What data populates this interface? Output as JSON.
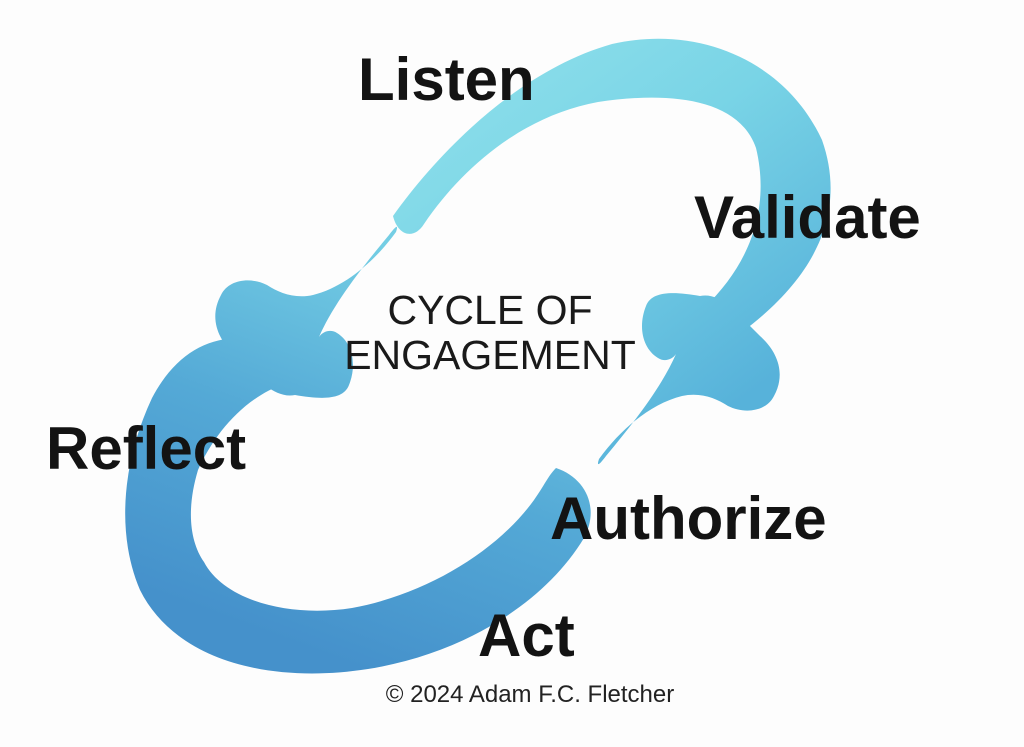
{
  "diagram": {
    "title_line1": "CYCLE OF",
    "title_line2": "ENGAGEMENT",
    "stages": [
      {
        "id": "listen",
        "label": "Listen"
      },
      {
        "id": "validate",
        "label": "Validate"
      },
      {
        "id": "authorize",
        "label": "Authorize"
      },
      {
        "id": "act",
        "label": "Act"
      },
      {
        "id": "reflect",
        "label": "Reflect"
      }
    ],
    "copyright": "© 2024 Adam F.C. Fletcher",
    "colors": {
      "arrow_light": "#8FE0EB",
      "arrow_cyan": "#79D4E6",
      "arrow_mid": "#57B2DA",
      "arrow_sky": "#74CEE4",
      "arrow_steel": "#54A9D6",
      "arrow_dark": "#4591CB",
      "label_text": "#131313"
    }
  }
}
